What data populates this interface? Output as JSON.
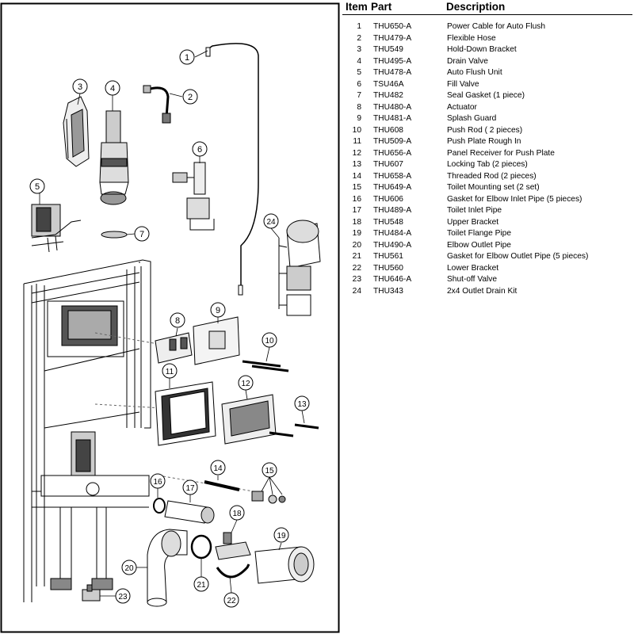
{
  "table": {
    "headers": {
      "item": "Item",
      "part": "Part",
      "description": "Description"
    },
    "rows": [
      {
        "item": "1",
        "part": "THU650-A",
        "description": "Power Cable for Auto Flush"
      },
      {
        "item": "2",
        "part": "THU479-A",
        "description": "Flexible Hose"
      },
      {
        "item": "3",
        "part": "THU549",
        "description": "Hold-Down Bracket"
      },
      {
        "item": "4",
        "part": "THU495-A",
        "description": "Drain Valve"
      },
      {
        "item": "5",
        "part": "THU478-A",
        "description": "Auto Flush Unit"
      },
      {
        "item": "6",
        "part": "TSU46A",
        "description": "Fill Valve"
      },
      {
        "item": "7",
        "part": "THU482",
        "description": "Seal Gasket (1 piece)"
      },
      {
        "item": "8",
        "part": "THU480-A",
        "description": "Actuator"
      },
      {
        "item": "9",
        "part": "THU481-A",
        "description": "Splash Guard"
      },
      {
        "item": "10",
        "part": "THU608",
        "description": "Push Rod ( 2 pieces)"
      },
      {
        "item": "11",
        "part": "THU509-A",
        "description": "Push Plate Rough In"
      },
      {
        "item": "12",
        "part": "THU656-A",
        "description": "Panel Receiver for Push Plate"
      },
      {
        "item": "13",
        "part": "THU607",
        "description": "Locking Tab (2 pieces)"
      },
      {
        "item": "14",
        "part": "THU658-A",
        "description": "Threaded Rod (2 pieces)"
      },
      {
        "item": "15",
        "part": "THU649-A",
        "description": "Toilet Mounting set (2 set)"
      },
      {
        "item": "16",
        "part": "THU606",
        "description": "Gasket for Elbow Inlet Pipe (5 pieces)"
      },
      {
        "item": "17",
        "part": "THU489-A",
        "description": "Toilet Inlet Pipe"
      },
      {
        "item": "18",
        "part": "THU548",
        "description": "Upper Bracket"
      },
      {
        "item": "19",
        "part": "THU484-A",
        "description": "Toilet Flange Pipe"
      },
      {
        "item": "20",
        "part": "THU490-A",
        "description": "Elbow Outlet Pipe"
      },
      {
        "item": "21",
        "part": "THU561",
        "description": "Gasket for Elbow Outlet Pipe (5 pieces)"
      },
      {
        "item": "22",
        "part": "THU560",
        "description": "Lower Bracket"
      },
      {
        "item": "23",
        "part": "THU646-A",
        "description": "Shut-off Valve"
      },
      {
        "item": "24",
        "part": "THU343",
        "description": "2x4 Outlet Drain Kit"
      }
    ]
  },
  "callouts": [
    "1",
    "2",
    "3",
    "4",
    "5",
    "6",
    "7",
    "8",
    "9",
    "10",
    "11",
    "12",
    "13",
    "14",
    "15",
    "16",
    "17",
    "18",
    "19",
    "20",
    "21",
    "22",
    "23",
    "24"
  ]
}
